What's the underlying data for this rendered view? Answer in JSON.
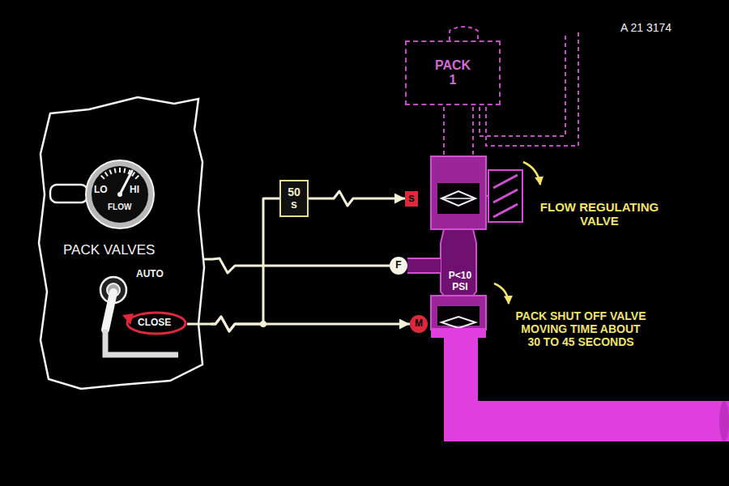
{
  "diagram": {
    "nodes": [
      {
        "text": [
          "PACK VALVES",
          "AUTO",
          "CLOSE"
        ]
      },
      {
        "text": [
          "LO",
          "HI",
          "FLOW"
        ],
        "in": 0
      },
      {
        "text": [
          "50 s"
        ]
      },
      {
        "text": [
          "PACK 1"
        ]
      },
      {
        "text": [
          "S"
        ]
      },
      {
        "text": [
          "F"
        ]
      },
      {
        "text": [
          "M"
        ]
      }
    ],
    "edges": [
      {
        "from": 0,
        "to": 6,
        "arrow": "to"
      },
      {
        "from": 0,
        "to": 2,
        "arrow": "none"
      },
      {
        "from": 2,
        "to": 4,
        "arrow": "to"
      },
      {
        "from": 5,
        "to": 1,
        "arrow": "to"
      }
    ],
    "labels": [
      "A 21 3174",
      "FLOW REGULATING VALVE",
      "P<10 PSI",
      "PACK SHUT OFF VALVE MOVING TIME ABOUT 30 TO 45 SECONDS"
    ]
  }
}
